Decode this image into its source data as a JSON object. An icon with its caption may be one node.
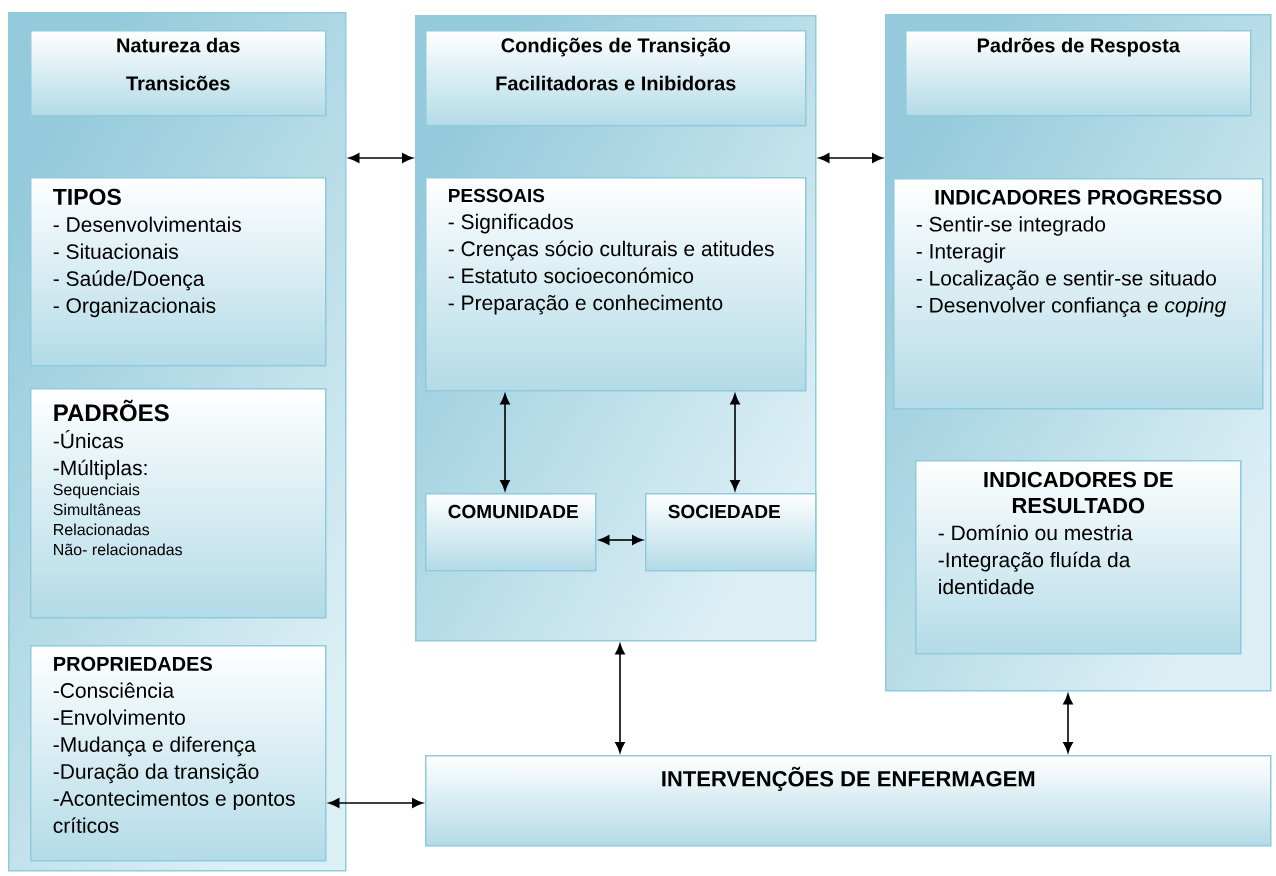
{
  "diagram": {
    "nodes": [
      {
        "text": [],
        "shape": "box"
      },
      {
        "text": [
          "Natureza das Transicões"
        ],
        "in": 0
      },
      {
        "text": [
          "TIPOS",
          "- Desenvolvimentais",
          "- Situacionais",
          "- Saúde/Doença",
          "- Organizacionais"
        ],
        "in": 0
      },
      {
        "text": [
          "PADRÕES",
          "-Únicas",
          "-Múltiplas:",
          "Sequenciais",
          "Simultâneas",
          "Relacionadas",
          "Não- relacionadas"
        ],
        "in": 0
      },
      {
        "text": [
          "PROPRIEDADES",
          "-Consciência",
          "-Envolvimento",
          "-Mudança e diferença",
          "-Duração da transição",
          "-Acontecimentos e pontos críticos"
        ],
        "in": 0
      },
      {
        "text": [],
        "shape": "box"
      },
      {
        "text": [
          "Condições de Transição Facilitadoras e Inibidoras"
        ],
        "in": 5
      },
      {
        "text": [
          "PESSOAIS",
          "- Significados",
          "- Crenças sócio culturais e atitudes",
          "- Estatuto socioeconómico",
          "- Preparação e conhecimento"
        ],
        "in": 5
      },
      {
        "text": [
          "COMUNIDADE"
        ],
        "in": 5
      },
      {
        "text": [
          "SOCIEDADE"
        ],
        "in": 5
      },
      {
        "text": [],
        "shape": "box"
      },
      {
        "text": [
          "Padrões de Resposta"
        ],
        "in": 10
      },
      {
        "text": [
          "INDICADORES PROGRESSO",
          "- Sentir-se integrado",
          "- Interagir",
          "- Localização e sentir-se situado",
          "- Desenvolver confiança e *coping*"
        ],
        "in": 10
      },
      {
        "text": [
          "INDICADORES DE RESULTADO",
          "- Domínio ou mestria",
          "-Integração fluída da identidade"
        ],
        "in": 10
      },
      {
        "text": [
          "INTERVENÇÕES DE ENFERMAGEM"
        ]
      }
    ],
    "edges": [
      {
        "from": 0,
        "to": 5,
        "arrow": "both"
      },
      {
        "from": 5,
        "to": 10,
        "arrow": "both"
      },
      {
        "from": 7,
        "to": 8,
        "arrow": "both"
      },
      {
        "from": 7,
        "to": 9,
        "arrow": "both"
      },
      {
        "from": 8,
        "to": 9,
        "arrow": "both"
      },
      {
        "from": 5,
        "to": 14,
        "arrow": "both"
      },
      {
        "from": 10,
        "to": 14,
        "arrow": "both"
      },
      {
        "from": 4,
        "to": 14,
        "arrow": "both"
      }
    ]
  }
}
